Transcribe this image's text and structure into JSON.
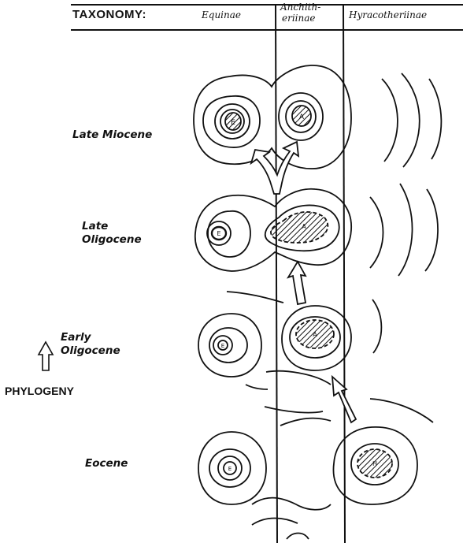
{
  "header": {
    "taxonomy_label": "TAXONOMY:",
    "columns": [
      {
        "id": "equinae",
        "lines": [
          "Equinae"
        ]
      },
      {
        "id": "anchitheriinae",
        "lines": [
          "Anchith-",
          "eriinae"
        ]
      },
      {
        "id": "hyracotheriinae",
        "lines": [
          "Hyracotheriinae"
        ]
      }
    ]
  },
  "epochs": [
    {
      "id": "late-miocene",
      "lines": [
        "Late Miocene"
      ]
    },
    {
      "id": "late-oligocene",
      "lines": [
        "Late",
        "Oligocene"
      ]
    },
    {
      "id": "early-oligocene",
      "lines": [
        "Early",
        "Oligocene"
      ]
    },
    {
      "id": "eocene",
      "lines": [
        "Eocene"
      ]
    }
  ],
  "phylogeny_label": "PHYLOGENY",
  "peak_labels": {
    "equinae": "E",
    "anchitheriinae": "A",
    "hyracotheriinae": "H"
  },
  "colors": {
    "ink": "#111111",
    "background": "#ffffff"
  }
}
